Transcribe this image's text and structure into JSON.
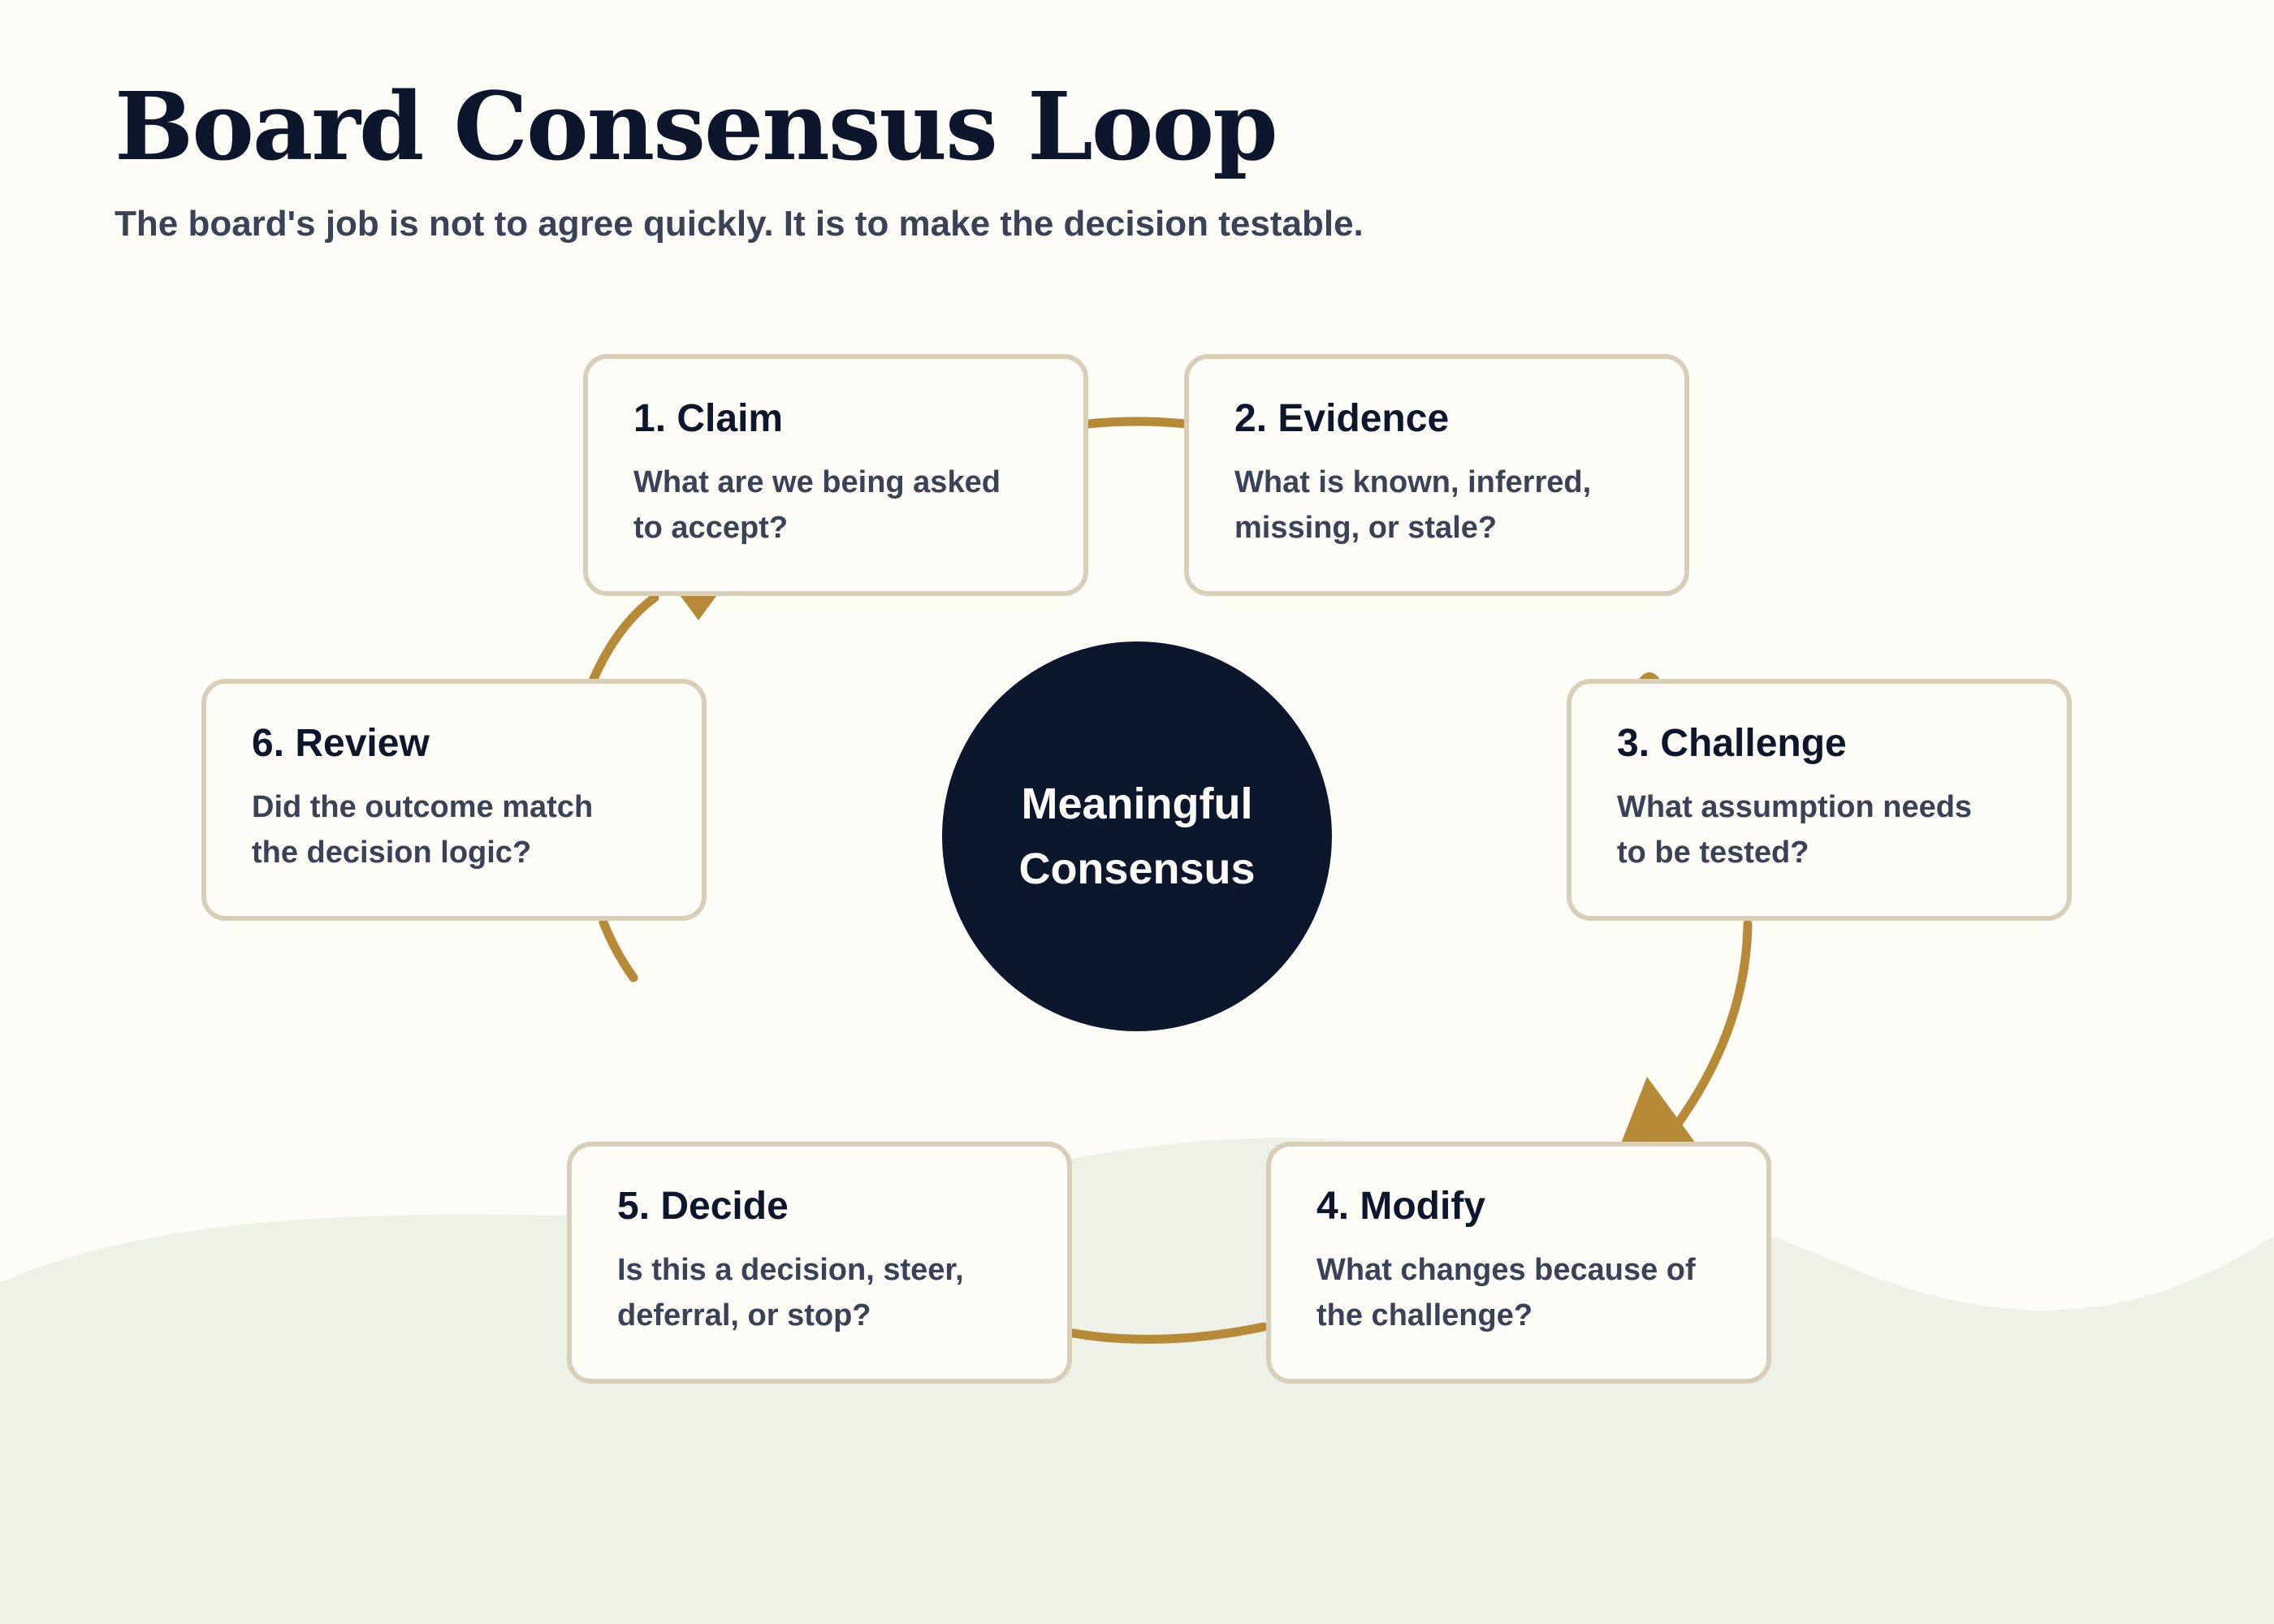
{
  "header": {
    "title": "Board Consensus Loop",
    "subtitle": "The board's job is not to agree quickly. It is to make the decision testable."
  },
  "hub": {
    "label": "Meaningful Consensus"
  },
  "steps": [
    {
      "title": "1. Claim",
      "question": "What are we being asked to accept?"
    },
    {
      "title": "2. Evidence",
      "question": "What is known, inferred, missing, or stale?"
    },
    {
      "title": "3. Challenge",
      "question": "What assumption needs to be tested?"
    },
    {
      "title": "4. Modify",
      "question": "What changes because of the challenge?"
    },
    {
      "title": "5. Decide",
      "question": "Is this a decision, steer, deferral, or stop?"
    },
    {
      "title": "6. Review",
      "question": "Did the outcome match the decision logic?"
    }
  ],
  "colors": {
    "background": "#fdfcf6",
    "ground": "#edf1e8",
    "ink": "#0c172d",
    "muted_text": "#3a4258",
    "card_border": "#d8cfb9",
    "connector": "#b68a37",
    "hub_fill": "#0b172c"
  }
}
